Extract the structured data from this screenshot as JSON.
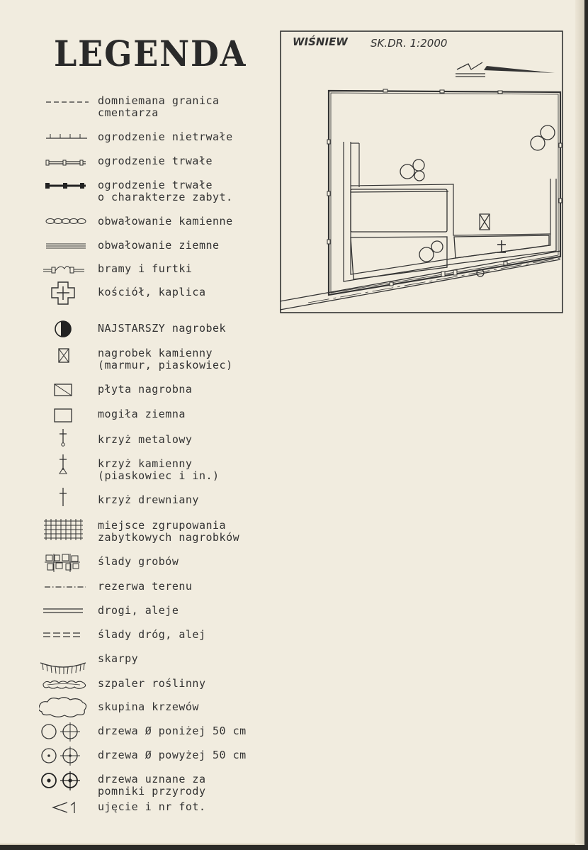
{
  "title": "LEGENDA",
  "legend": [
    {
      "label": "domniemana granica\ncmentarza",
      "icon": "dashed-line-icon"
    },
    {
      "label": "ogrodzenie nietrwałe",
      "icon": "tick-line-icon"
    },
    {
      "label": "ogrodzenie trwałe",
      "icon": "post-line-icon"
    },
    {
      "label": "ogrodzenie trwałe\no charakterze zabyt.",
      "icon": "heavy-post-line-icon"
    },
    {
      "label": "obwałowanie kamienne",
      "icon": "chain-line-icon"
    },
    {
      "label": "obwałowanie ziemne",
      "icon": "double-line-icon"
    },
    {
      "label": "bramy i furtki",
      "icon": "gate-icon"
    },
    {
      "label": "kościół, kaplica",
      "icon": "church-cross-icon"
    },
    {
      "label": "NAJSTARSZY nagrobek",
      "icon": "half-filled-circle-icon"
    },
    {
      "label": "nagrobek kamienny\n(marmur, piaskowiec)",
      "icon": "crossed-rectangle-icon"
    },
    {
      "label": "płyta nagrobna",
      "icon": "diagonal-square-icon"
    },
    {
      "label": "mogiła ziemna",
      "icon": "square-icon"
    },
    {
      "label": "krzyż metalowy",
      "icon": "metal-cross-icon"
    },
    {
      "label": "krzyż kamienny\n(piaskowiec i in.)",
      "icon": "stone-cross-icon"
    },
    {
      "label": "krzyż drewniany",
      "icon": "wooden-cross-icon"
    },
    {
      "label": "miejsce zgrupowania\nzabytkowych nagrobków",
      "icon": "grid-icon"
    },
    {
      "label": "ślady grobów",
      "icon": "grave-traces-icon"
    },
    {
      "label": "rezerwa terenu",
      "icon": "dash-dot-line-icon"
    },
    {
      "label": "drogi, aleje",
      "icon": "road-icon"
    },
    {
      "label": "ślady dróg, alej",
      "icon": "road-traces-icon"
    },
    {
      "label": "skarpy",
      "icon": "escarpment-icon"
    },
    {
      "label": "szpaler roślinny",
      "icon": "hedge-icon"
    },
    {
      "label": "skupina krzewów",
      "icon": "shrub-cluster-icon"
    },
    {
      "label": "drzewa Ø poniżej 50 cm",
      "icon": "small-tree-icon"
    },
    {
      "label": "drzewa Ø powyżej 50 cm",
      "icon": "large-tree-icon"
    },
    {
      "label": "drzewa uznane za\npomniki przyrody",
      "icon": "monument-tree-icon"
    },
    {
      "label": "ujęcie i nr fot.",
      "icon": "photo-angle-icon"
    }
  ],
  "map": {
    "place": "WIŚNIEW",
    "scale": "SK.DR. 1:2000"
  }
}
